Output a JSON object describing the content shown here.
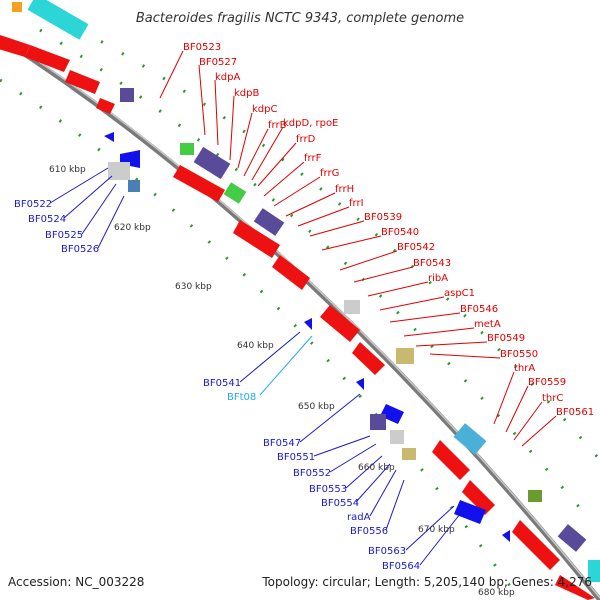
{
  "title": "Bacteroides fragilis NCTC 9343, complete genome",
  "accession": "Accession: NC_003228",
  "topology": "Topology: circular; Length: 5,205,140 bp; Genes: 4,276",
  "ticks": [
    "610 kbp",
    "620 kbp",
    "630 kbp",
    "640 kbp",
    "650 kbp",
    "660 kbp",
    "670 kbp",
    "680 kbp"
  ],
  "forward_labels": [
    "BF0523",
    "BF0527",
    "kdpA",
    "kdpB",
    "kdpC",
    "frrB",
    "kdpD, rpoE",
    "frrD",
    "frrF",
    "frrG",
    "frrH",
    "frrI",
    "BF0539",
    "BF0540",
    "BF0542",
    "BF0543",
    "ribA",
    "aspC1",
    "BF0546",
    "metA",
    "BF0549",
    "BF0550",
    "thrA",
    "BF0559",
    "thrC",
    "BF0561"
  ],
  "reverse_labels": [
    "BF0522",
    "BF0524",
    "BF0525",
    "BF0526",
    "BF0541",
    "BFt08",
    "BF0547",
    "BF0551",
    "BF0552",
    "BF0553",
    "BF0554",
    "radA",
    "BF0556",
    "BF0563",
    "BF0564"
  ],
  "colors": {
    "gene_forward": "#ee1111",
    "gene_reverse": "#1111ee",
    "backbone": "#888888",
    "label_forward": "#e00000",
    "label_reverse": "#1a1ad0",
    "label_trna": "#22aaee"
  }
}
